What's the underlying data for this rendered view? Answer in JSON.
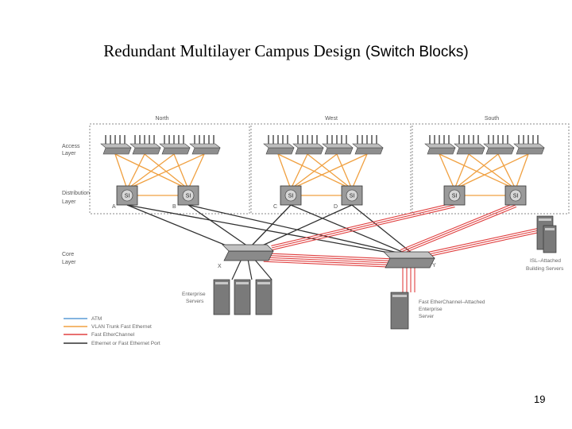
{
  "slide": {
    "title_main": "Redundant Multilayer Campus Design",
    "title_suffix": "(Switch Blocks)",
    "page_number": "19"
  },
  "blocks": [
    "North",
    "West",
    "South"
  ],
  "layers": {
    "access": [
      "Access",
      "Layer"
    ],
    "distribution": [
      "Distribution",
      "Layer"
    ],
    "core": [
      "Core",
      "Layer"
    ]
  },
  "dist_labels": [
    "A",
    "B",
    "C",
    "D"
  ],
  "core_labels": [
    "X",
    "Y"
  ],
  "switch_badge": "SI",
  "servers": {
    "enterprise": [
      "Enterprise",
      "Servers"
    ],
    "fec_attached": [
      "Fast EtherChannel–Attached",
      "Enterprise",
      "Server"
    ],
    "isl_attached": [
      "ISL–Attached",
      "Building Servers"
    ]
  },
  "legend": [
    {
      "label": "ATM",
      "color": "#5b9bd5"
    },
    {
      "label": "VLAN Trunk Fast Ethernet",
      "color": "#f0a040"
    },
    {
      "label": "Fast EtherChannel",
      "color": "#e04040"
    },
    {
      "label": "Ethernet or Fast Ethernet Port",
      "color": "#303030"
    }
  ]
}
